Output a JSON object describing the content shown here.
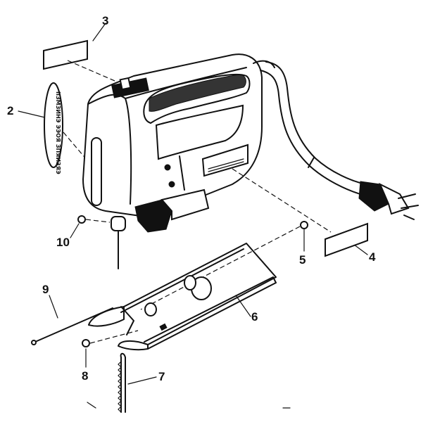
{
  "figure": {
    "callouts": [
      {
        "id": "1",
        "label": "2"
      },
      {
        "id": "2",
        "label": "3"
      },
      {
        "id": "3",
        "label": "10"
      },
      {
        "id": "4",
        "label": "9"
      },
      {
        "id": "5",
        "label": "8"
      },
      {
        "id": "6",
        "label": "7"
      },
      {
        "id": "7",
        "label": "6"
      },
      {
        "id": "8",
        "label": "5"
      },
      {
        "id": "9",
        "label": "4"
      }
    ],
    "decal_text": "ІІЗМЗИНЭ ЭЭОЯ ЗПЯИЗЯЭ"
  }
}
